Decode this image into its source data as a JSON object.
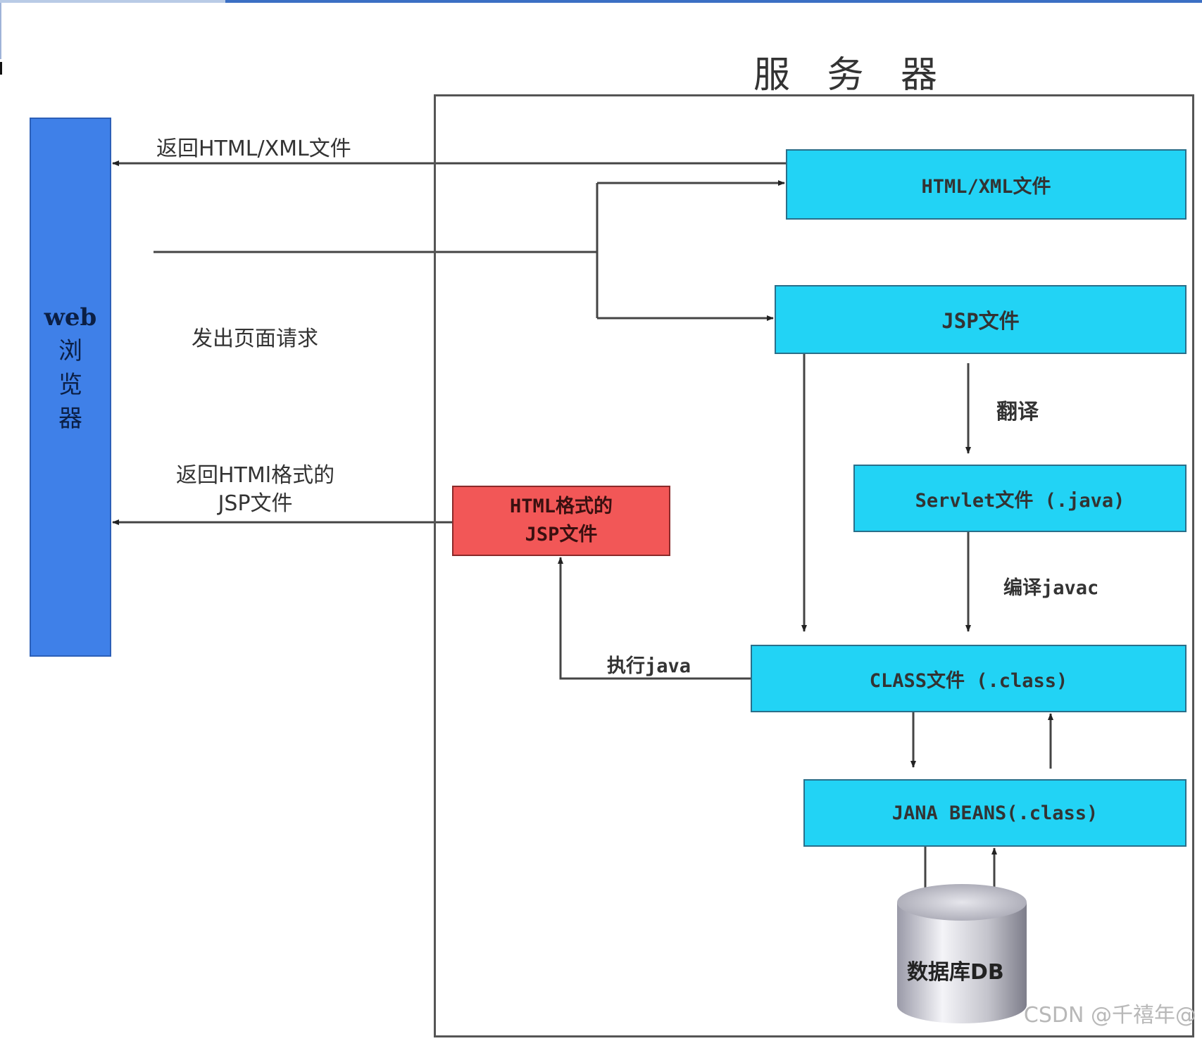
{
  "server": {
    "title": "服 务 器"
  },
  "browser": {
    "line1": "web",
    "line2": "浏",
    "line3": "览",
    "line4": "器"
  },
  "boxes": {
    "html_xml": "HTML/XML文件",
    "jsp": "JSP文件",
    "servlet": "Servlet文件 (.java)",
    "class_file": "CLASS文件 (.class)",
    "javabeans": "JANA BEANS(.class)",
    "html_jsp_line1": "HTML格式的",
    "html_jsp_line2": "JSP文件"
  },
  "labels": {
    "return_html_xml": "返回HTML/XML文件",
    "send_request": "发出页面请求",
    "return_html_jsp_line1": "返回HTMl格式的",
    "return_html_jsp_line2": "JSP文件",
    "translate": "翻译",
    "compile": "编译javac",
    "execute": "执行java"
  },
  "database": {
    "label": "数据库DB"
  },
  "watermark": "CSDN @千禧年@",
  "colors": {
    "browser": "#3f80e8",
    "server_box": "#22d3f5",
    "output_box": "#f25757"
  }
}
